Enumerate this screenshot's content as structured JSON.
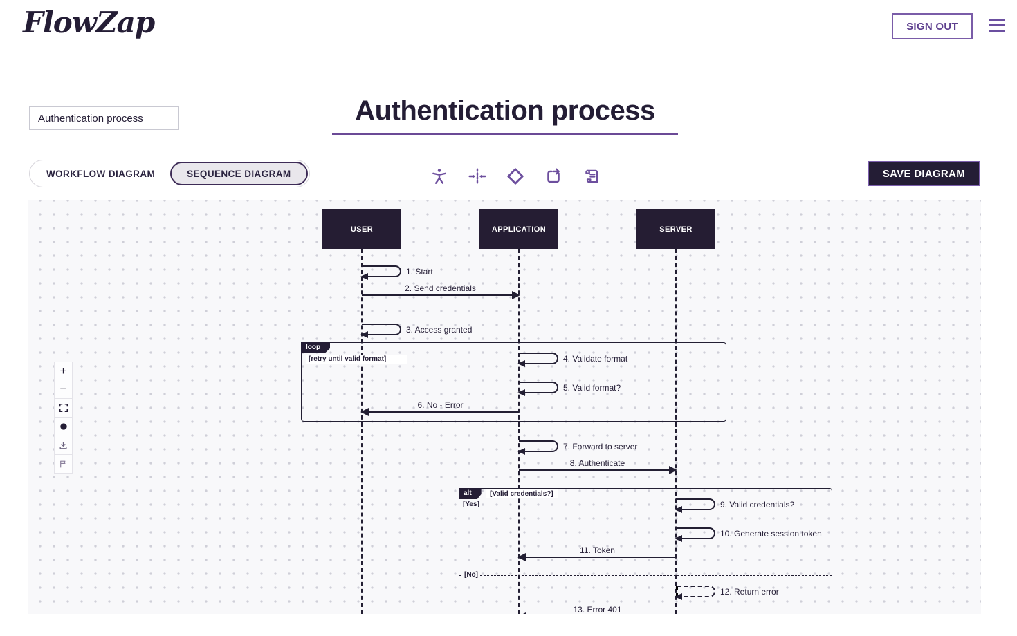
{
  "header": {
    "logo_text": "FlowZap",
    "sign_out_label": "SIGN OUT"
  },
  "document": {
    "name_input_value": "Authentication process",
    "title": "Authentication process"
  },
  "tabs": [
    {
      "label": "WORKFLOW DIAGRAM",
      "selected": false
    },
    {
      "label": "SEQUENCE DIAGRAM",
      "selected": true
    }
  ],
  "toolbar": {
    "icons": [
      "actor",
      "align-center",
      "decision",
      "share",
      "script"
    ],
    "save_label": "SAVE DIAGRAM"
  },
  "zoom_panel": {
    "zoom_in_label": "+",
    "zoom_out_label": "−",
    "icons": [
      "zoom-in",
      "zoom-out",
      "fit-view",
      "record-dot",
      "download",
      "flag"
    ]
  },
  "colors": {
    "accent_purple": "#6d4f9e",
    "dark_ink": "#241d35",
    "canvas_bg": "#f8f8fa",
    "canvas_dot": "#cfcfd8",
    "selected_tab_bg": "#e9e7ec",
    "underline": "#6b4a96"
  },
  "diagram": {
    "actors": [
      {
        "name": "USER"
      },
      {
        "name": "APPLICATION"
      },
      {
        "name": "SERVER"
      }
    ],
    "messages": [
      {
        "label": "1. Start",
        "from": "USER",
        "to": "USER",
        "type": "self-solid"
      },
      {
        "label": "2. Send credentials",
        "from": "USER",
        "to": "APPLICATION",
        "type": "solid"
      },
      {
        "label": "3. Access granted",
        "from": "USER",
        "to": "USER",
        "type": "self-solid"
      },
      {
        "label": "4. Validate format",
        "from": "APPLICATION",
        "to": "APPLICATION",
        "type": "self-solid"
      },
      {
        "label": "5. Valid format?",
        "from": "APPLICATION",
        "to": "APPLICATION",
        "type": "self-solid"
      },
      {
        "label": "6. No - Error",
        "from": "APPLICATION",
        "to": "USER",
        "type": "solid"
      },
      {
        "label": "7. Forward to server",
        "from": "APPLICATION",
        "to": "APPLICATION",
        "type": "self-solid"
      },
      {
        "label": "8. Authenticate",
        "from": "APPLICATION",
        "to": "SERVER",
        "type": "solid"
      },
      {
        "label": "9. Valid credentials?",
        "from": "SERVER",
        "to": "SERVER",
        "type": "self-solid"
      },
      {
        "label": "10. Generate session token",
        "from": "SERVER",
        "to": "SERVER",
        "type": "self-solid"
      },
      {
        "label": "11. Token",
        "from": "SERVER",
        "to": "APPLICATION",
        "type": "solid"
      },
      {
        "label": "12. Return error",
        "from": "SERVER",
        "to": "SERVER",
        "type": "self-dashed"
      },
      {
        "label": "13. Error 401",
        "from": "SERVER",
        "to": "APPLICATION",
        "type": "dashed"
      }
    ],
    "fragments": [
      {
        "keyword": "loop",
        "condition": "[retry until valid format]"
      },
      {
        "keyword": "alt",
        "condition": "[Valid credentials?]",
        "branch_yes": "[Yes]",
        "branch_no": "[No]"
      }
    ]
  }
}
